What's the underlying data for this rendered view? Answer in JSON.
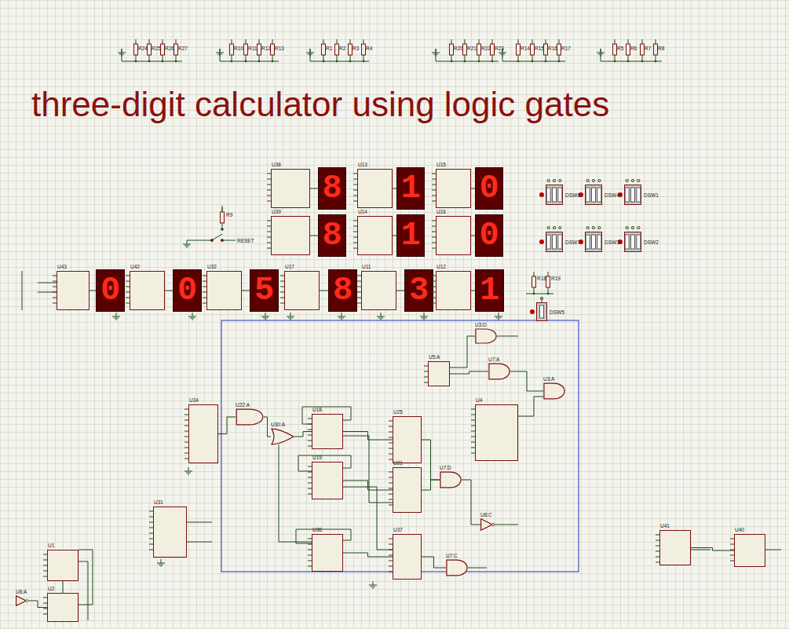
{
  "diagram": {
    "title": "three-digit calculator using logic gates",
    "nodes": [
      {
        "text": [
          "U38"
        ]
      },
      {
        "text": [
          "8"
        ]
      },
      {
        "text": [
          "U13"
        ]
      },
      {
        "text": [
          "1"
        ]
      },
      {
        "text": [
          "U15"
        ]
      },
      {
        "text": [
          "0"
        ]
      },
      {
        "text": [
          "U39"
        ]
      },
      {
        "text": [
          "8"
        ]
      },
      {
        "text": [
          "U14"
        ]
      },
      {
        "text": [
          "1"
        ]
      },
      {
        "text": [
          "U16"
        ]
      },
      {
        "text": [
          "0"
        ]
      },
      {
        "text": [
          "U43"
        ]
      },
      {
        "text": [
          "0"
        ]
      },
      {
        "text": [
          "U42"
        ]
      },
      {
        "text": [
          "0"
        ]
      },
      {
        "text": [
          "U32"
        ]
      },
      {
        "text": [
          "5"
        ]
      },
      {
        "text": [
          "U17"
        ]
      },
      {
        "text": [
          "8"
        ]
      },
      {
        "text": [
          "U11"
        ]
      },
      {
        "text": [
          "3"
        ]
      },
      {
        "text": [
          "U12"
        ]
      },
      {
        "text": [
          "1"
        ]
      },
      {
        "text": [
          "U34"
        ]
      },
      {
        "text": [
          "U22:A"
        ]
      },
      {
        "text": [
          "U30:A"
        ]
      },
      {
        "text": [
          "U18"
        ]
      },
      {
        "text": [
          "U25"
        ]
      },
      {
        "text": [
          "U19"
        ]
      },
      {
        "text": [
          "U21"
        ]
      },
      {
        "text": [
          "U36"
        ]
      },
      {
        "text": [
          "U37"
        ]
      },
      {
        "text": [
          "U7:D"
        ]
      },
      {
        "text": [
          "U8:C"
        ]
      },
      {
        "text": [
          "U7:C"
        ]
      },
      {
        "text": [
          "U4"
        ]
      },
      {
        "text": [
          "U3:D"
        ]
      },
      {
        "text": [
          "U5:A"
        ]
      },
      {
        "text": [
          "U7:A"
        ]
      },
      {
        "text": [
          "U3:A"
        ]
      },
      {
        "text": [
          "U31"
        ]
      },
      {
        "text": [
          "U1"
        ]
      },
      {
        "text": [
          "U2"
        ]
      },
      {
        "text": [
          "U6:A"
        ]
      },
      {
        "text": [
          "U41"
        ]
      },
      {
        "text": [
          "U40"
        ]
      },
      {
        "text": [
          "DSW6"
        ]
      },
      {
        "text": [
          "DSW4"
        ]
      },
      {
        "text": [
          "DSW1"
        ]
      },
      {
        "text": [
          "DSW7"
        ]
      },
      {
        "text": [
          "DSW3"
        ]
      },
      {
        "text": [
          "DSW2"
        ]
      },
      {
        "text": [
          "DSW5"
        ]
      }
    ],
    "edges": [
      {
        "from": 0,
        "to": 1,
        "arrow": "none"
      },
      {
        "from": 2,
        "to": 3,
        "arrow": "none"
      },
      {
        "from": 4,
        "to": 5,
        "arrow": "none"
      },
      {
        "from": 6,
        "to": 7,
        "arrow": "none"
      },
      {
        "from": 8,
        "to": 9,
        "arrow": "none"
      },
      {
        "from": 10,
        "to": 11,
        "arrow": "none"
      },
      {
        "from": 12,
        "to": 13,
        "arrow": "none"
      },
      {
        "from": 14,
        "to": 15,
        "arrow": "none"
      },
      {
        "from": 16,
        "to": 17,
        "arrow": "none"
      },
      {
        "from": 18,
        "to": 19,
        "arrow": "none"
      },
      {
        "from": 20,
        "to": 21,
        "arrow": "none"
      },
      {
        "from": 22,
        "to": 23,
        "arrow": "none"
      },
      {
        "from": 24,
        "to": 25,
        "arrow": "none"
      },
      {
        "from": 25,
        "to": 26,
        "arrow": "none"
      },
      {
        "from": 26,
        "to": 27,
        "arrow": "none"
      },
      {
        "from": 27,
        "to": 28,
        "arrow": "none"
      },
      {
        "from": 29,
        "to": 30,
        "arrow": "none"
      },
      {
        "from": 31,
        "to": 32,
        "arrow": "none"
      },
      {
        "from": 28,
        "to": 33,
        "arrow": "none"
      },
      {
        "from": 30,
        "to": 33,
        "arrow": "none"
      },
      {
        "from": 33,
        "to": 34,
        "arrow": "none"
      },
      {
        "from": 32,
        "to": 35,
        "arrow": "none"
      },
      {
        "from": 38,
        "to": 39,
        "arrow": "none"
      },
      {
        "from": 39,
        "to": 40,
        "arrow": "none"
      },
      {
        "from": 42,
        "to": 43,
        "arrow": "none"
      },
      {
        "from": 44,
        "to": 43,
        "arrow": "none"
      },
      {
        "from": 45,
        "to": 46,
        "arrow": "none"
      }
    ],
    "labels": [
      "R24",
      "R25",
      "R26",
      "R27",
      "R10",
      "R11",
      "R12",
      "R13",
      "R1",
      "R2",
      "R3",
      "R4",
      "R20",
      "R21",
      "R22",
      "R23",
      "R14",
      "R15",
      "R16",
      "R17",
      "R5",
      "R6",
      "R7",
      "R8",
      "R9",
      "R18",
      "R19",
      "RESET"
    ]
  }
}
